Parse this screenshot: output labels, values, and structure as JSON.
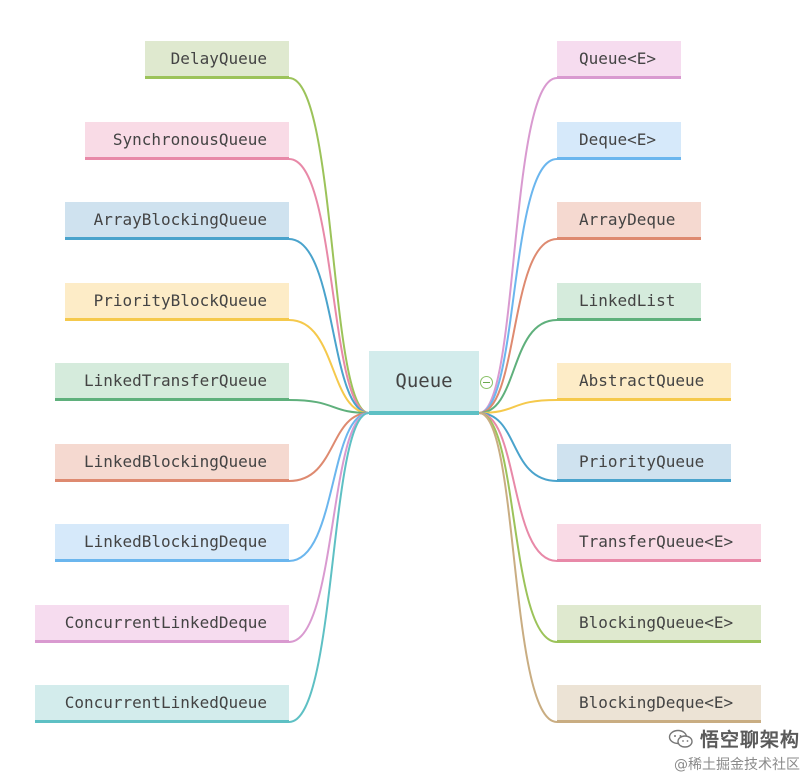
{
  "root": {
    "label": "Queue"
  },
  "left_nodes": [
    {
      "label": "DelayQueue",
      "bg": "#dfe9cf",
      "line": "#9cc35a"
    },
    {
      "label": "SynchronousQueue",
      "bg": "#f9dbe6",
      "line": "#e889a8"
    },
    {
      "label": "ArrayBlockingQueue",
      "bg": "#cfe2ef",
      "line": "#4aa3cc"
    },
    {
      "label": "PriorityBlockQueue",
      "bg": "#fdecc7",
      "line": "#f5c94c"
    },
    {
      "label": "LinkedTransferQueue",
      "bg": "#d5ebdc",
      "line": "#5fb07c"
    },
    {
      "label": "LinkedBlockingQueue",
      "bg": "#f5d9d0",
      "line": "#de8a70"
    },
    {
      "label": "LinkedBlockingDeque",
      "bg": "#d6e9fa",
      "line": "#6bb6ee"
    },
    {
      "label": "ConcurrentLinkedDeque",
      "bg": "#f6dcef",
      "line": "#d99ad0"
    },
    {
      "label": "ConcurrentLinkedQueue",
      "bg": "#d3ecec",
      "line": "#5ec0c4"
    }
  ],
  "right_nodes": [
    {
      "label": "Queue<E>",
      "bg": "#f6dcef",
      "line": "#d99ad0"
    },
    {
      "label": "Deque<E>",
      "bg": "#d6e9fa",
      "line": "#6bb6ee"
    },
    {
      "label": "ArrayDeque",
      "bg": "#f5d9d0",
      "line": "#de8a70"
    },
    {
      "label": "LinkedList",
      "bg": "#d5ebdc",
      "line": "#5fb07c"
    },
    {
      "label": "AbstractQueue",
      "bg": "#fdecc7",
      "line": "#f5c94c"
    },
    {
      "label": "PriorityQueue",
      "bg": "#cfe2ef",
      "line": "#4aa3cc"
    },
    {
      "label": "TransferQueue<E>",
      "bg": "#f9dbe6",
      "line": "#e889a8"
    },
    {
      "label": "BlockingQueue<E>",
      "bg": "#dfe9cf",
      "line": "#9cc35a"
    },
    {
      "label": "BlockingDeque<E>",
      "bg": "#ece3d5",
      "line": "#c9ad82"
    }
  ],
  "watermark": {
    "title": "悟空聊架构",
    "subtitle": "@稀土掘金技术社区"
  }
}
